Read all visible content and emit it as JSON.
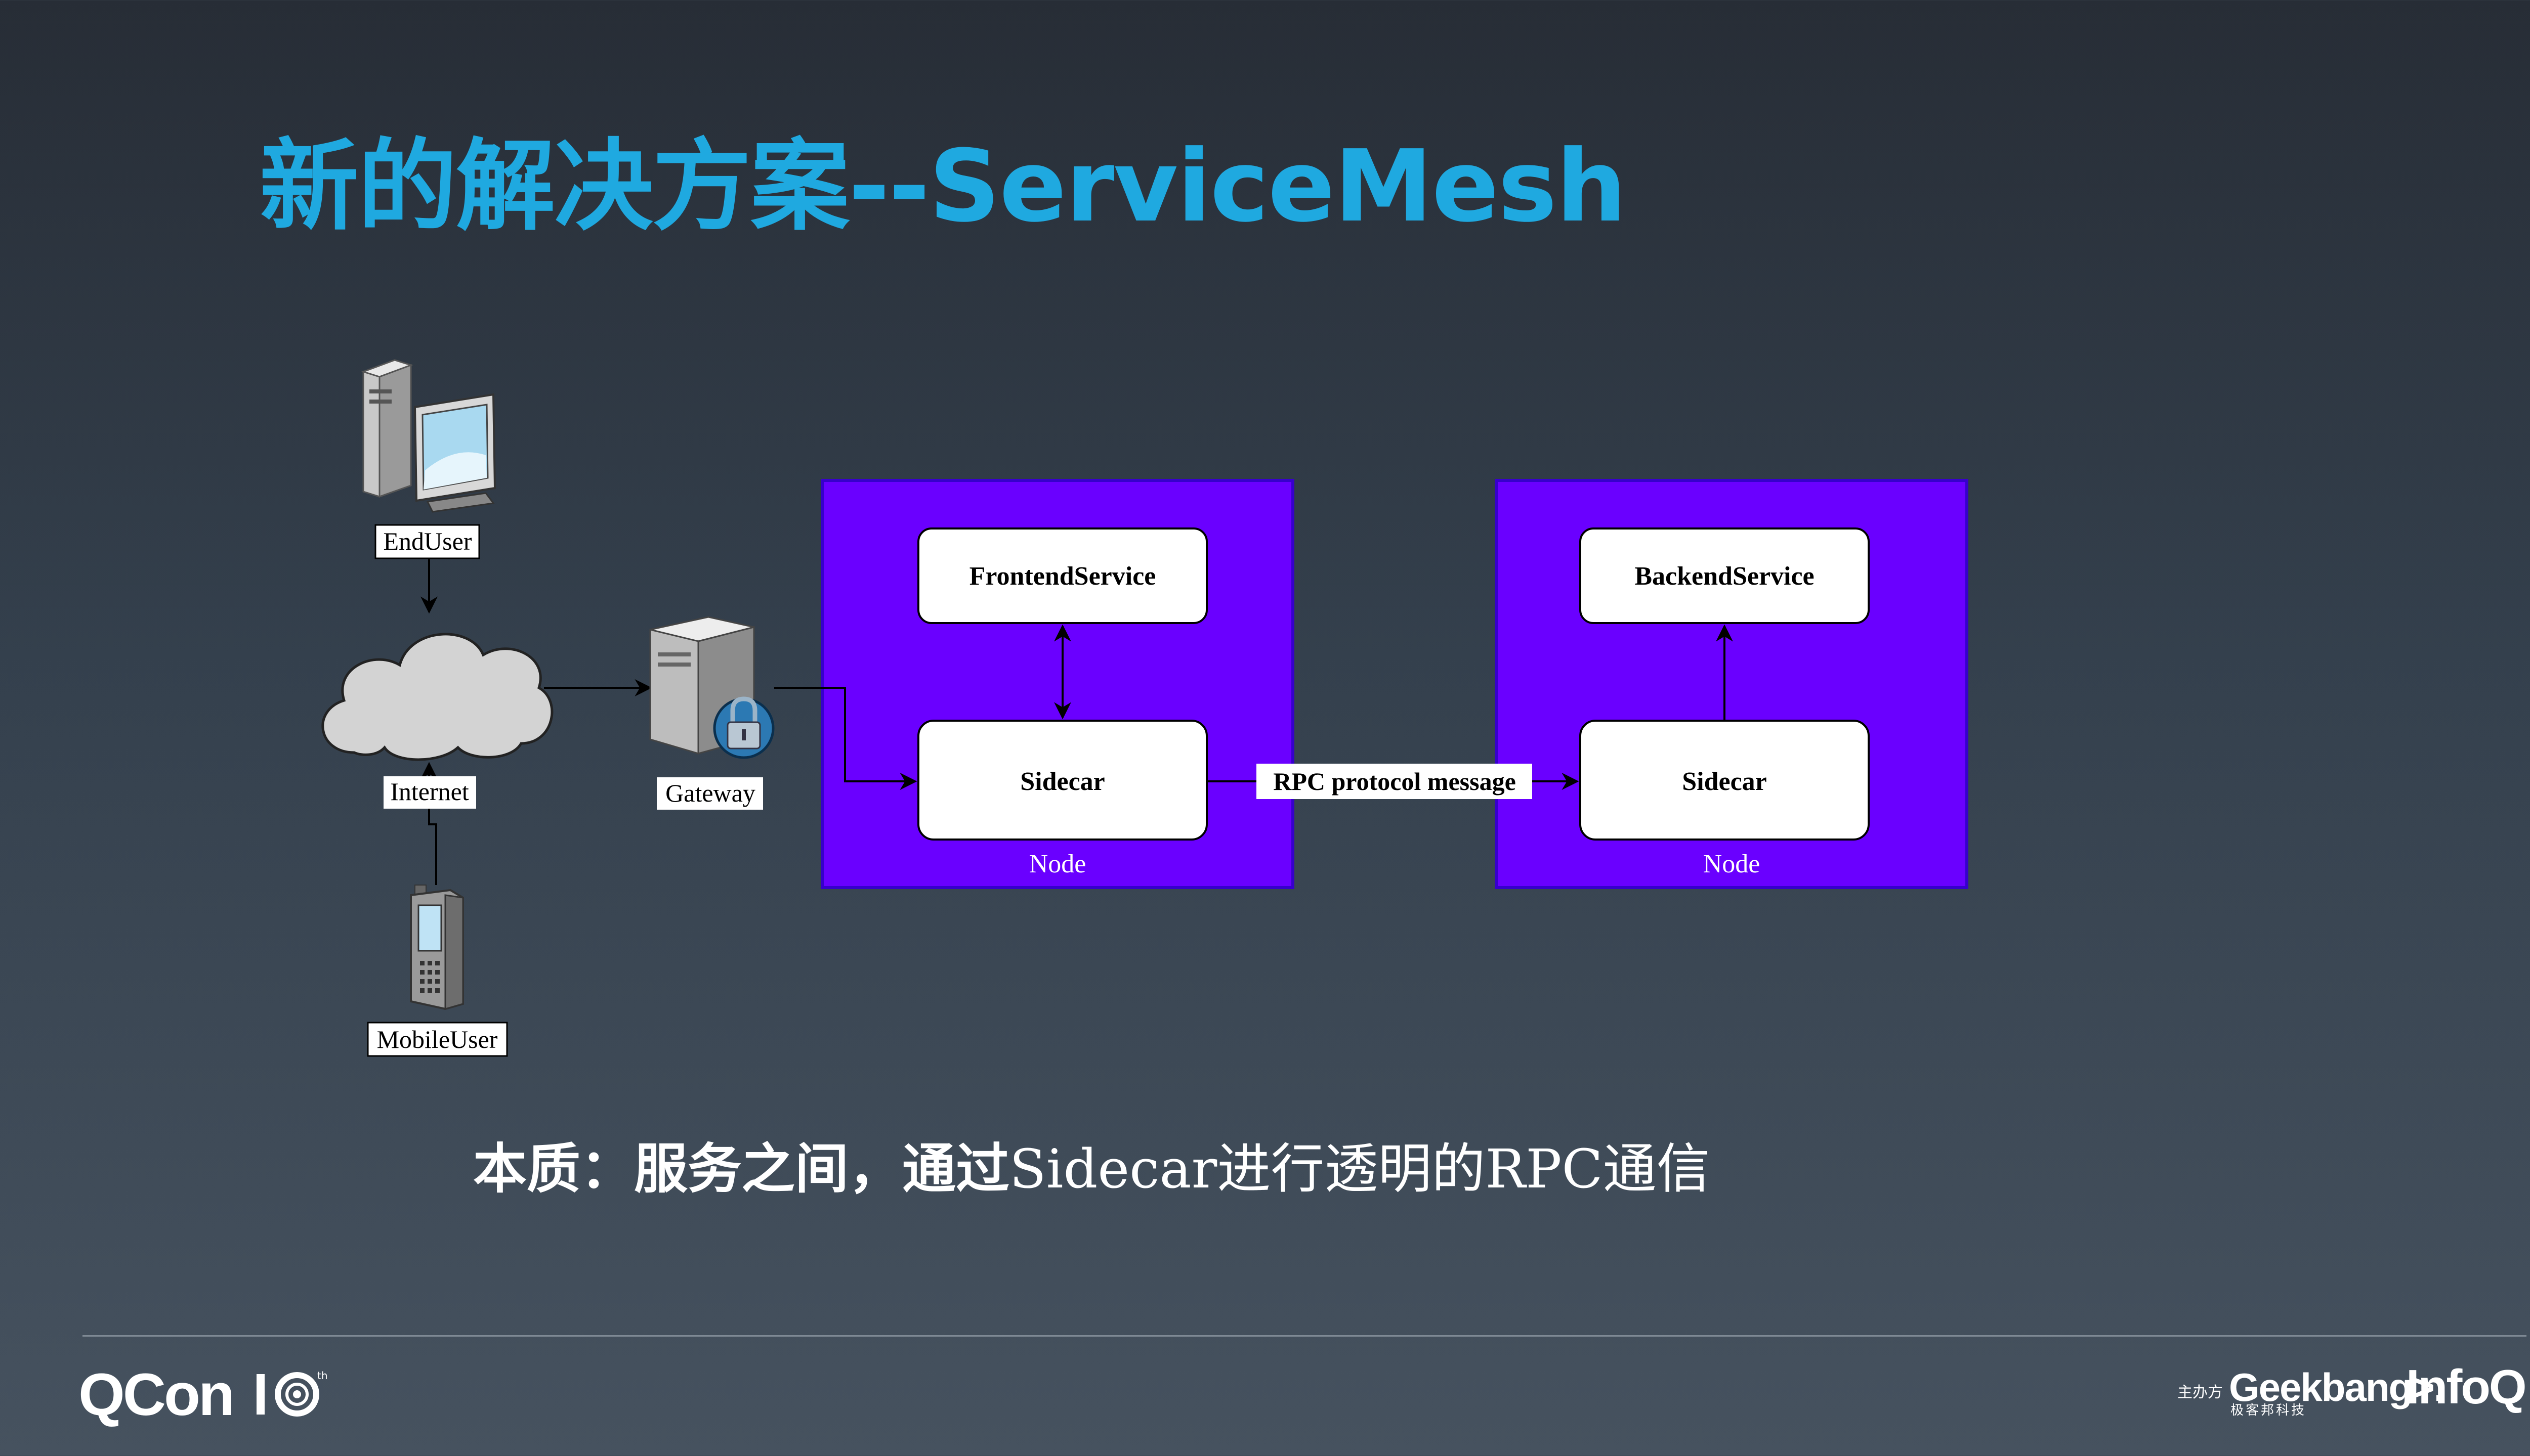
{
  "slide": {
    "title": "新的解决方案--ServiceMesh",
    "summary_bold": "本质：服务之间，通过",
    "summary_regular": "Sidecar进行透明的RPC通信"
  },
  "diagram": {
    "endpoints": {
      "end_user": "EndUser",
      "internet": "Internet",
      "mobile_user": "MobileUser",
      "gateway": "Gateway"
    },
    "node_left": {
      "label": "Node",
      "service": "FrontendService",
      "sidecar": "Sidecar"
    },
    "node_right": {
      "label": "Node",
      "service": "BackendService",
      "sidecar": "Sidecar"
    },
    "edge_label": "RPC protocol message",
    "colors": {
      "node_fill": "#6a00ff",
      "node_stroke": "#3700cc",
      "title": "#1fa9e0"
    }
  },
  "footer": {
    "qcon": "QCon",
    "sponsor": "主办方",
    "geekbang": "Geekbang>.",
    "geekbang_sub": "极客邦科技",
    "infoq": "InfoQ"
  }
}
